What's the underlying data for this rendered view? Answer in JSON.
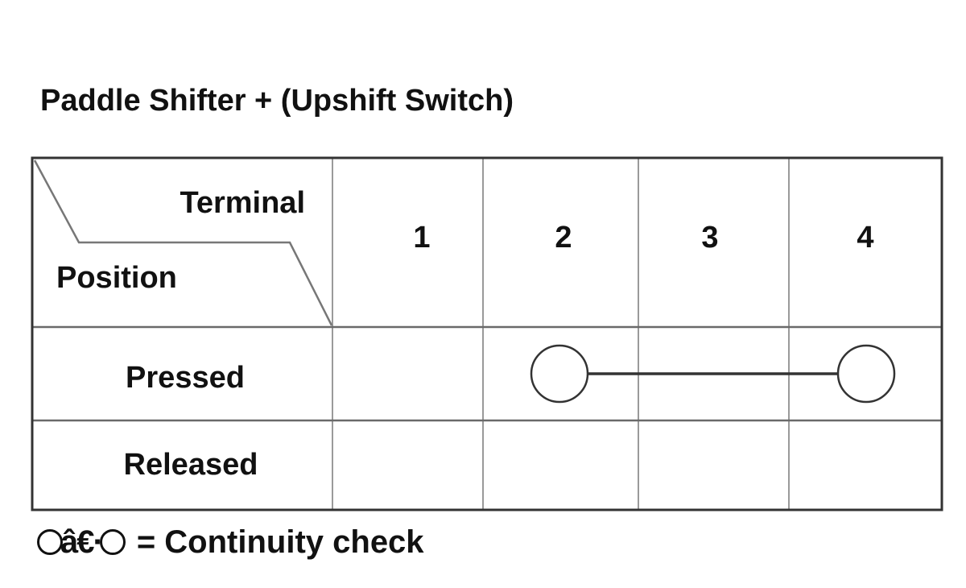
{
  "title": "Paddle Shifter + (Upshift Switch)",
  "table": {
    "corner_top_label": "Terminal",
    "corner_bottom_label": "Position",
    "terminals": [
      "1",
      "2",
      "3",
      "4"
    ],
    "rows": [
      {
        "label": "Pressed",
        "continuity": [
          2,
          4
        ]
      },
      {
        "label": "Released",
        "continuity": []
      }
    ]
  },
  "legend": {
    "symbol_middle": "â€·",
    "text": "= Continuity check"
  },
  "colors": {
    "line": "#111111",
    "grid": "#9a9a9a"
  }
}
